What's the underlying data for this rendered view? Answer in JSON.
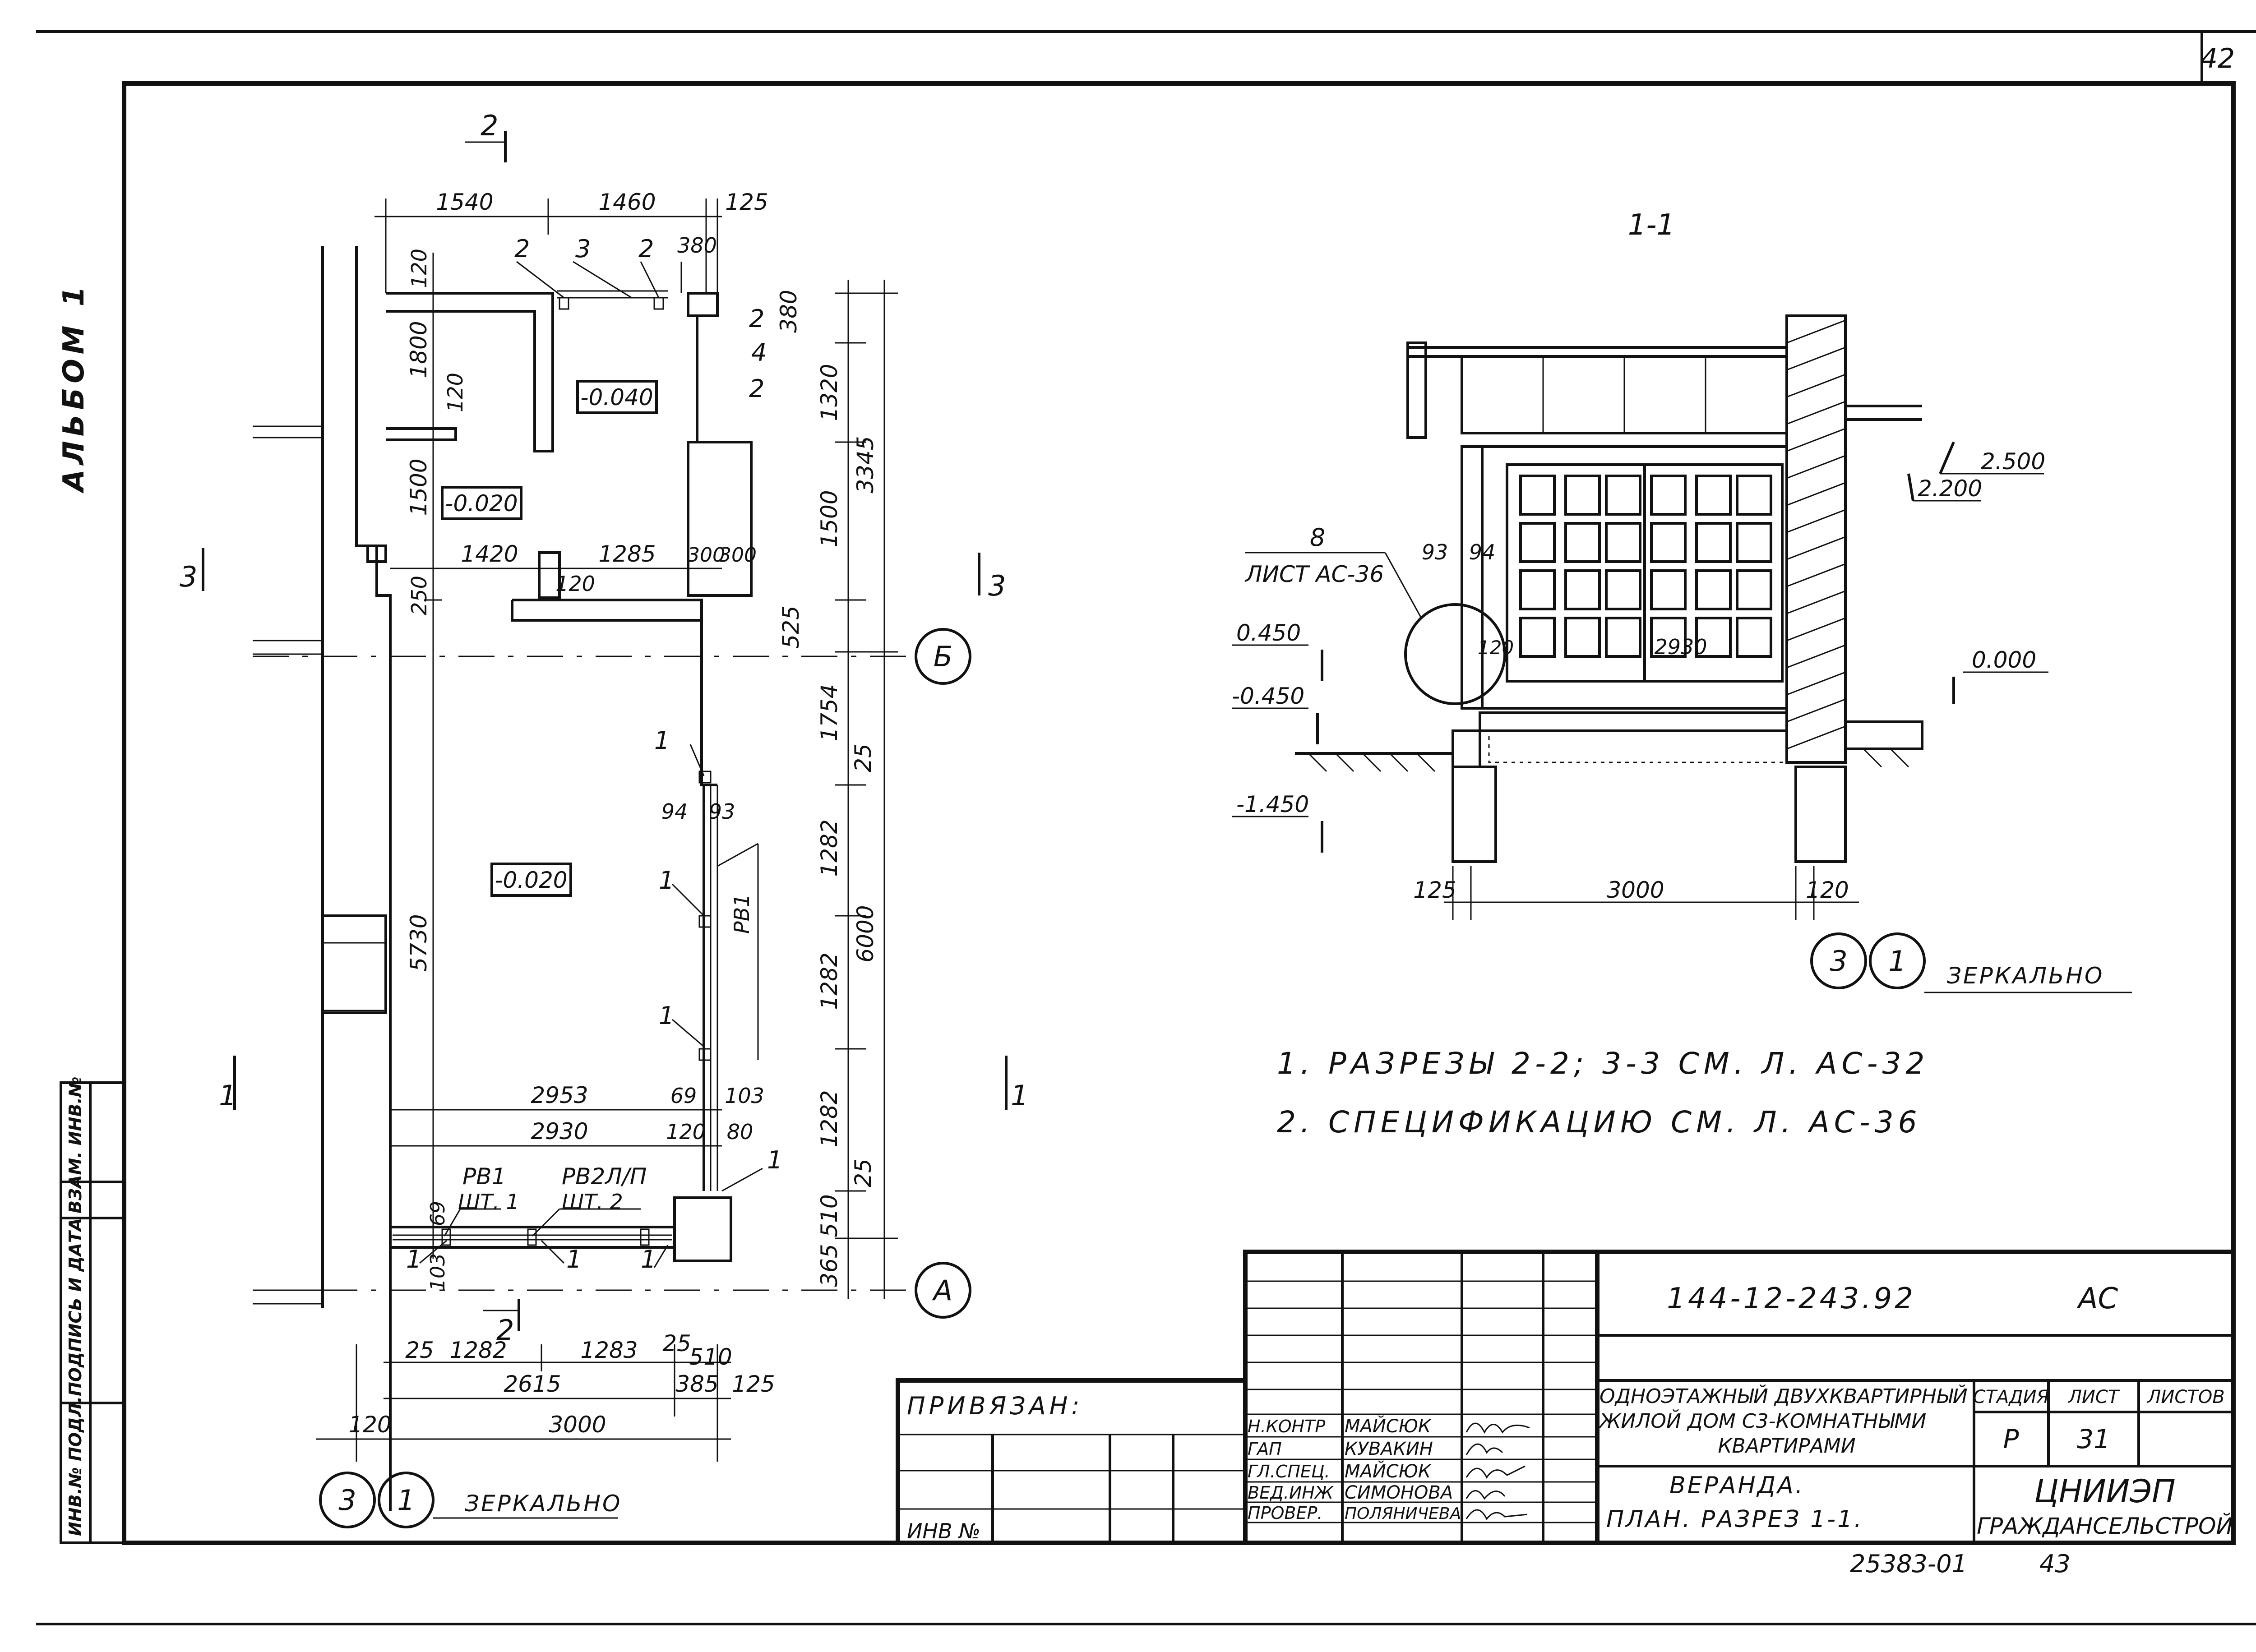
{
  "sheet": {
    "page_number": "42",
    "album_label": "АЛЬБОМ 1",
    "side_stamp": [
      "ИНВ.№ ПОДЛ.",
      "ПОДПИСЬ И ДАТА",
      "ВЗАМ. ИНВ.№"
    ]
  },
  "plan": {
    "cut_marks": [
      "2",
      "2",
      "3",
      "3",
      "1",
      "1"
    ],
    "axes": [
      "Б",
      "А"
    ],
    "dims_top": [
      "1540",
      "1460",
      "125"
    ],
    "dims_bottom_row1": [
      "25",
      "1282",
      "1283",
      "25",
      "510"
    ],
    "dims_bottom_row2": [
      "2615",
      "385",
      "125"
    ],
    "dims_bottom_row3": [
      "120",
      "3000"
    ],
    "dims_right_inner": [
      "380",
      "1320",
      "1500",
      "525",
      "1754",
      "25",
      "1282",
      "1282",
      "1282",
      "25",
      "510",
      "365"
    ],
    "dims_right_outer": [
      "3345",
      "6000"
    ],
    "dims_left": [
      "120",
      "1800",
      "120",
      "1500",
      "250",
      "5730",
      "69",
      "103"
    ],
    "dims_internal": [
      "380",
      "1420",
      "1285",
      "300",
      "300",
      "120",
      "94",
      "93",
      "2953",
      "69",
      "103",
      "2930",
      "120",
      "80"
    ],
    "levels": [
      "-0.040",
      "-0.020",
      "-0.020"
    ],
    "markers": [
      "2",
      "3",
      "2",
      "2",
      "4",
      "2",
      "1",
      "1",
      "1",
      "1",
      "1",
      "1",
      "1"
    ],
    "window_labels": [
      {
        "code": "РВ1",
        "qty": "ШТ. 1"
      },
      {
        "code": "РВ2Л/П",
        "qty": "ШТ. 2"
      },
      {
        "code": "РВ1",
        "qty": ""
      }
    ],
    "node_ref": {
      "a": "3",
      "b": "1",
      "text": "ЗЕРКАЛЬНО"
    }
  },
  "section": {
    "title": "1-1",
    "callout": {
      "num": "8",
      "sheet": "ЛИСТ АС-36"
    },
    "levels": [
      "2.500",
      "2.200",
      "0.450",
      "-0.450",
      "-1.450",
      "0.000"
    ],
    "dims": [
      "93",
      "94",
      "120",
      "2930",
      "125",
      "3000",
      "120"
    ],
    "node_ref": {
      "a": "3",
      "b": "1",
      "text": "ЗЕРКАЛЬНО"
    }
  },
  "notes": [
    "1. РАЗРЕЗЫ 2-2; 3-3 СМ. Л. АС-32",
    "2. СПЕЦИФИКАЦИЮ СМ. Л. АС-36"
  ],
  "title_block": {
    "code": "144-12-243.92",
    "mark": "АС",
    "bound_label": "ПРИВЯЗАН:",
    "inv_label": "ИНВ №",
    "roles": [
      "Н.КОНТР",
      "ГАП",
      "ГЛ.СПЕЦ.",
      "ВЕД.ИНЖ",
      "ПРОВЕР."
    ],
    "names": [
      "МАЙСЮК",
      "КУВАКИН",
      "МАЙСЮК",
      "СИМОНОВА",
      "ПОЛЯНИЧЕВА"
    ],
    "project_lines": [
      "ОДНОЭТАЖНЫЙ ДВУХКВАРТИРНЫЙ",
      "ЖИЛОЙ ДОМ С3-КОМНАТНЫМИ",
      "КВАРТИРАМИ"
    ],
    "sheet_lines": [
      "ВЕРАНДА.",
      "ПЛАН. РАЗРЕЗ 1-1."
    ],
    "stage_header": "СТАДИЯ",
    "sheet_header": "ЛИСТ",
    "sheets_header": "ЛИСТОВ",
    "stage": "Р",
    "sheet_no": "31",
    "org_lines": [
      "ЦНИИЭП",
      "ГРАЖДАНСЕЛЬСТРОЙ"
    ],
    "footer_code": "25383-01",
    "footer_page": "43"
  }
}
